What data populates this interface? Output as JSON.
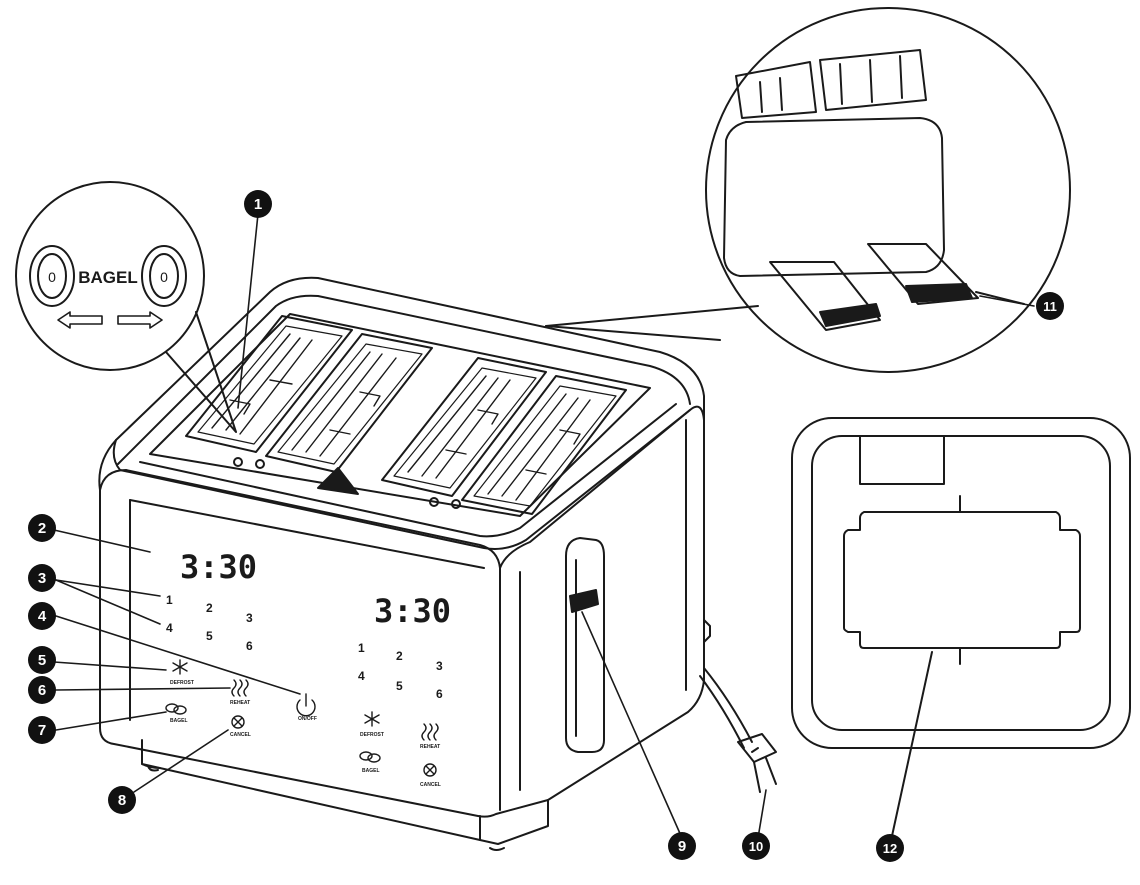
{
  "bagel_inset": {
    "label": "BAGEL",
    "left_symbol": "0",
    "right_symbol": "0"
  },
  "panel_left": {
    "time": "3:30",
    "numbers": [
      "1",
      "2",
      "3",
      "4",
      "5",
      "6"
    ],
    "defrost": "DEFROST",
    "reheat": "REHEAT",
    "onoff": "ON/OFF",
    "bagel": "BAGEL",
    "cancel": "CANCEL"
  },
  "panel_right": {
    "time": "3:30",
    "numbers": [
      "1",
      "2",
      "3",
      "4",
      "5",
      "6"
    ],
    "defrost": "DEFROST",
    "reheat": "REHEAT",
    "bagel": "BAGEL",
    "cancel": "CANCEL"
  },
  "callouts": [
    "1",
    "2",
    "3",
    "4",
    "5",
    "6",
    "7",
    "8",
    "9",
    "10",
    "11",
    "12"
  ],
  "colors": {
    "line": "#1a1a1a",
    "callout_fill": "#111111",
    "callout_text": "#ffffff"
  }
}
